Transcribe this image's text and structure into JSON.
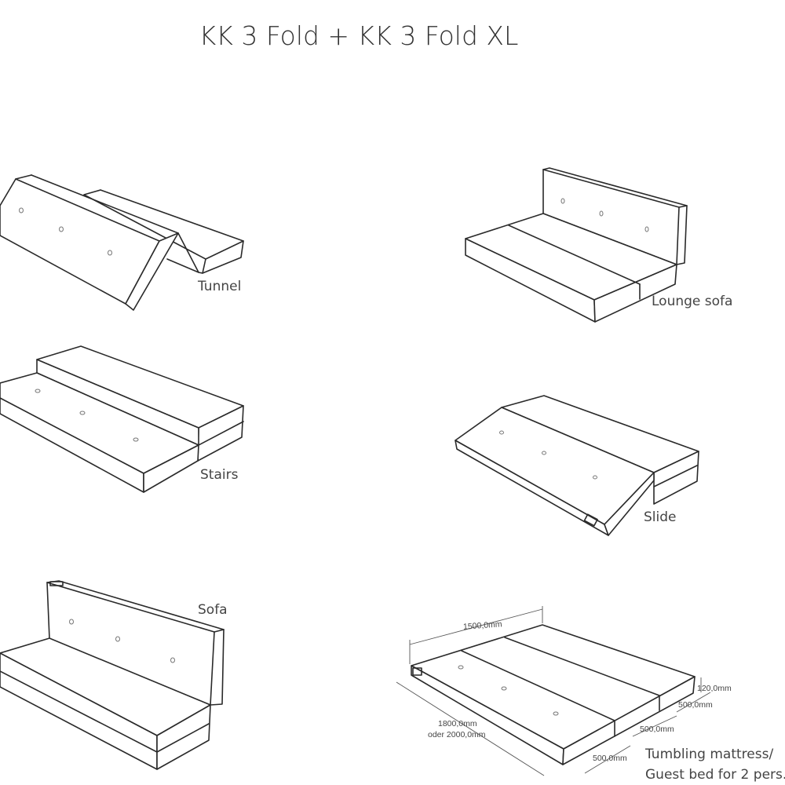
{
  "title": "KK 3 Fold + KK 3 Fold XL",
  "configurations": [
    {
      "label": "Tunnel"
    },
    {
      "label": "Lounge sofa"
    },
    {
      "label": "Stairs"
    },
    {
      "label": "Slide"
    },
    {
      "label": "Sofa"
    },
    {
      "label_line1": "Tumbling mattress/",
      "label_line2": "Guest bed for 2 pers."
    }
  ],
  "dimensions": {
    "width": "1500,0mm",
    "length_line1": "1800,0mm",
    "length_line2": "oder 2000,0mm",
    "segment_1": "500,0mm",
    "segment_2": "500,0mm",
    "segment_3": "500,0mm",
    "height": "120,0mm"
  }
}
